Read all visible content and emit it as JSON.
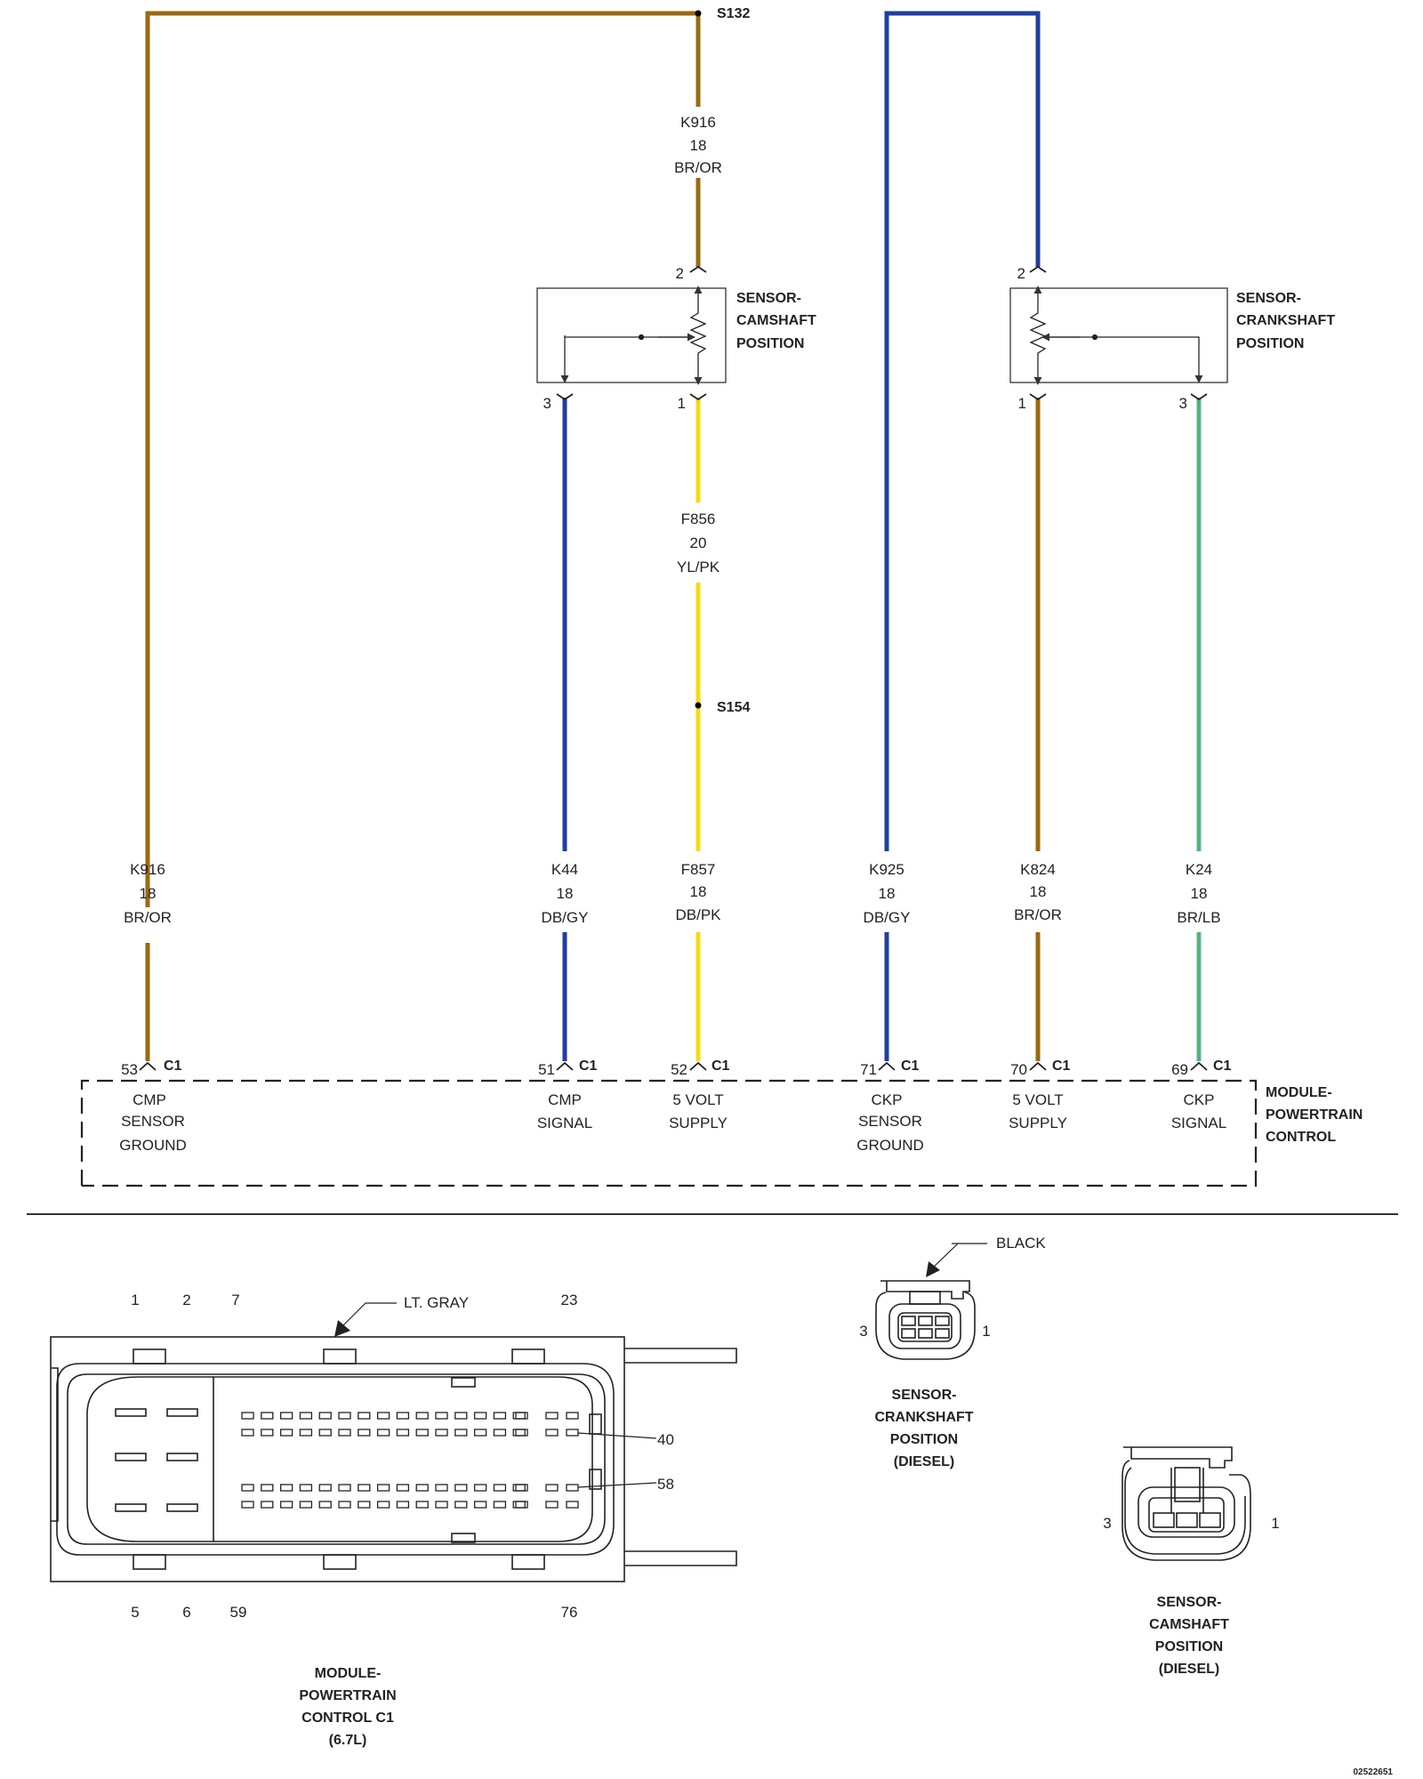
{
  "colors": {
    "br_or": "#9a6a10",
    "db": "#1f3f9e",
    "yl": "#f2dc12",
    "lb": "#55b3b0",
    "gn": "#5fb04c",
    "line": "#333333"
  },
  "splices": {
    "s132": "S132",
    "s154": "S154"
  },
  "upper_wires": {
    "k916_top": {
      "circuit": "K916",
      "gauge": "18",
      "color": "BR/OR"
    },
    "f856": {
      "circuit": "F856",
      "gauge": "20",
      "color": "YL/PK"
    }
  },
  "sensors": {
    "camshaft": {
      "title": [
        "SENSOR-",
        "CAMSHAFT",
        "POSITION"
      ],
      "pin_top": "2",
      "pin_left": "3",
      "pin_right": "1"
    },
    "crankshaft": {
      "title": [
        "SENSOR-",
        "CRANKSHAFT",
        "POSITION"
      ],
      "pin_top": "2",
      "pin_left": "1",
      "pin_right": "3"
    }
  },
  "wires": [
    {
      "circuit": "K916",
      "gauge": "18",
      "color": "BR/OR",
      "pin": "53",
      "connector": "C1",
      "func": [
        "CMP",
        "SENSOR",
        "GROUND"
      ]
    },
    {
      "circuit": "K44",
      "gauge": "18",
      "color": "DB/GY",
      "pin": "51",
      "connector": "C1",
      "func": [
        "CMP",
        "SIGNAL"
      ]
    },
    {
      "circuit": "F857",
      "gauge": "18",
      "color": "DB/PK",
      "pin": "52",
      "connector": "C1",
      "func": [
        "5 VOLT",
        "SUPPLY"
      ]
    },
    {
      "circuit": "K925",
      "gauge": "18",
      "color": "DB/GY",
      "pin": "71",
      "connector": "C1",
      "func": [
        "CKP",
        "SENSOR",
        "GROUND"
      ]
    },
    {
      "circuit": "K824",
      "gauge": "18",
      "color": "BR/OR",
      "pin": "70",
      "connector": "C1",
      "func": [
        "5 VOLT",
        "SUPPLY"
      ]
    },
    {
      "circuit": "K24",
      "gauge": "18",
      "color": "BR/LB",
      "pin": "69",
      "connector": "C1",
      "func": [
        "CKP",
        "SIGNAL"
      ]
    }
  ],
  "module": {
    "title": [
      "MODULE-",
      "POWERTRAIN",
      "CONTROL"
    ]
  },
  "pcm_connector": {
    "color_label": "LT. GRAY",
    "top_pins": [
      "1",
      "2",
      "7",
      "23"
    ],
    "bottom_pins": [
      "5",
      "6",
      "59",
      "76"
    ],
    "right_pins": [
      "40",
      "58"
    ],
    "title": [
      "MODULE-",
      "POWERTRAIN",
      "CONTROL C1",
      "(6.7L)"
    ]
  },
  "ckp_connector": {
    "color_label": "BLACK",
    "pin_left": "3",
    "pin_right": "1",
    "title": [
      "SENSOR-",
      "CRANKSHAFT",
      "POSITION",
      "(DIESEL)"
    ]
  },
  "cmp_connector": {
    "pin_left": "3",
    "pin_right": "1",
    "title": [
      "SENSOR-",
      "CAMSHAFT",
      "POSITION",
      "(DIESEL)"
    ]
  },
  "figure_id": "02522651"
}
